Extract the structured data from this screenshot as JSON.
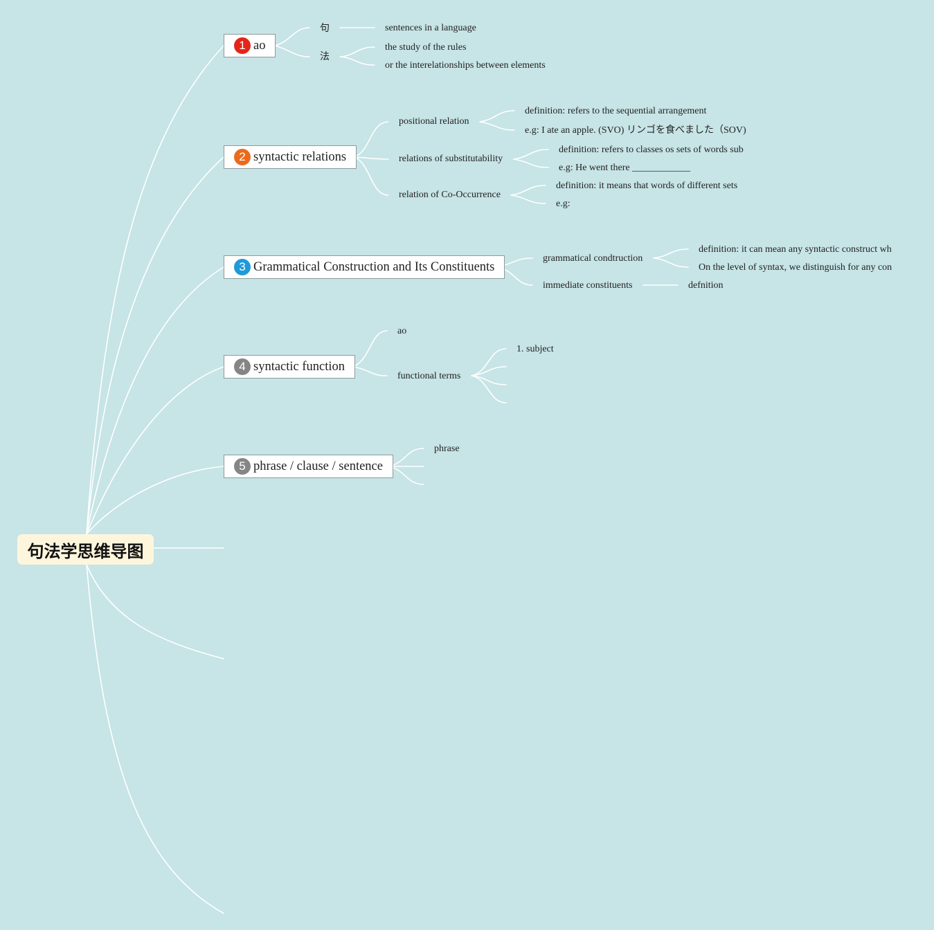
{
  "root": {
    "title": "句法学思维导图"
  },
  "topics": [
    {
      "index": "1",
      "label": "ao",
      "badge_color": "#e32619",
      "children": [
        {
          "label": "句",
          "children": [
            "sentences in a language"
          ]
        },
        {
          "label": "法",
          "children": [
            "the study of the rules",
            "or the interelationships between elements"
          ]
        }
      ]
    },
    {
      "index": "2",
      "label": "syntactic relations",
      "badge_color": "#ea6b1c",
      "children": [
        {
          "label": "positional relation",
          "children": [
            "definition: refers to the sequential arrangement",
            "e.g: I ate an apple. (SVO) リンゴを食べました（SOV)"
          ]
        },
        {
          "label": "relations of substitutability",
          "children": [
            "definition: refers to classes os sets of words sub",
            "e.g: He went there ____________"
          ]
        },
        {
          "label": "relation of Co-Occurrence",
          "children": [
            "definition: it means that words of different sets",
            "e.g:"
          ]
        }
      ]
    },
    {
      "index": "3",
      "label": "Grammatical Construction and Its Constituents",
      "badge_color": "#1f9ad8",
      "children": [
        {
          "label": "grammatical condtruction",
          "children": [
            "definition: it can mean any syntactic construct wh",
            "On the level of syntax, we distinguish for any con"
          ]
        },
        {
          "label": "immediate constituents",
          "children": [
            "defnition"
          ]
        }
      ]
    },
    {
      "index": "4",
      "label": "syntactic function",
      "badge_color": "#858585",
      "children": [
        {
          "label": "ao",
          "children": []
        },
        {
          "label": "functional terms",
          "children": [
            "1. subject",
            "",
            "",
            ""
          ]
        }
      ]
    },
    {
      "index": "5",
      "label": "phrase / clause / sentence",
      "badge_color": "#858585",
      "children": [
        {
          "label": "phrase",
          "children": []
        },
        {
          "label": "",
          "children": []
        },
        {
          "label": "",
          "children": []
        }
      ]
    }
  ]
}
